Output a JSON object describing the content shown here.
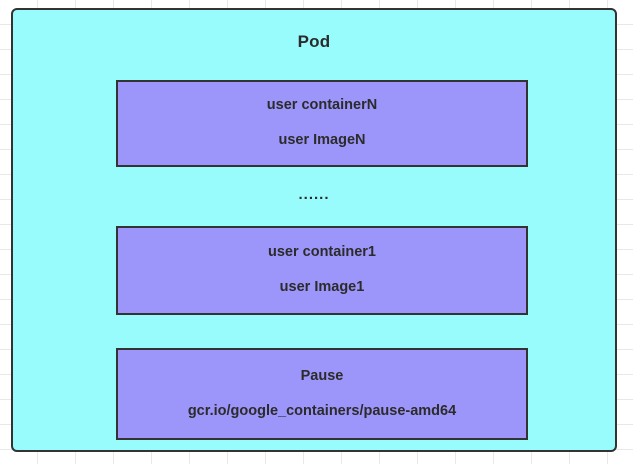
{
  "diagram": {
    "title": "Pod",
    "background": {
      "page_color": "#ffffff",
      "grid_color": "#e8e8e8"
    },
    "pod": {
      "label": "Pod",
      "fill_color": "#99fcfc",
      "border_color": "#333333"
    },
    "containers": [
      {
        "id": "containerN",
        "name": "user containerN",
        "image": "user ImageN",
        "fill_color": "#9d96fa",
        "border_color": "#333333"
      },
      {
        "id": "container1",
        "name": "user container1",
        "image": "user Image1",
        "fill_color": "#9d96fa",
        "border_color": "#333333"
      },
      {
        "id": "pause",
        "name": "Pause",
        "image": "gcr.io/google_containers/pause-amd64",
        "fill_color": "#9d96fa",
        "border_color": "#333333"
      }
    ],
    "ellipsis": "......"
  }
}
